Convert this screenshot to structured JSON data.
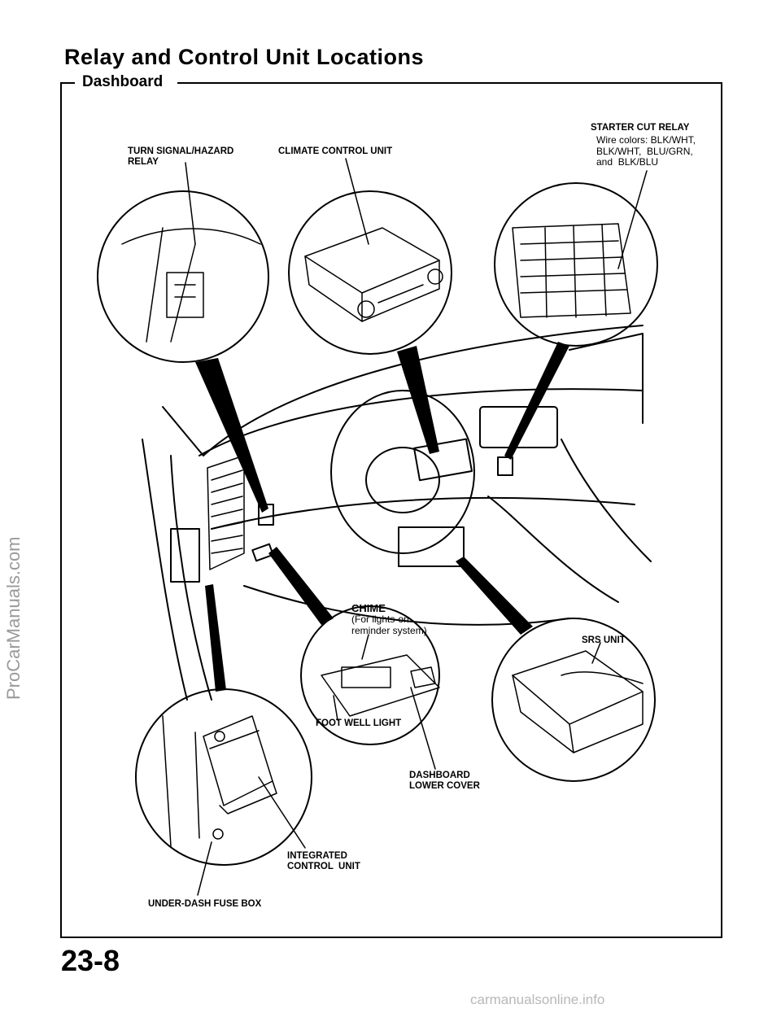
{
  "page": {
    "title": "Relay and Control Unit Locations",
    "section": "Dashboard",
    "page_number": "23-8"
  },
  "labels": {
    "turn_signal": "TURN SIGNAL/HAZARD\nRELAY",
    "climate": "CLIMATE CONTROL UNIT",
    "starter_title": "STARTER CUT RELAY",
    "starter_note": "Wire colors: BLK/WHT,\nBLK/WHT,  BLU/GRN,\nand  BLK/BLU",
    "chime_title": "CHIME",
    "chime_note": "(For lights-on\nreminder system)",
    "srs": "SRS UNIT",
    "foot_well": "FOOT WELL LIGHT",
    "dash_lower": "DASHBOARD\nLOWER COVER",
    "integrated": "INTEGRATED\nCONTROL  UNIT",
    "fuse_box": "UNDER-DASH FUSE BOX"
  },
  "watermarks": {
    "side": "ProCarManuals.com",
    "footer": "carmanualsonline.info"
  }
}
